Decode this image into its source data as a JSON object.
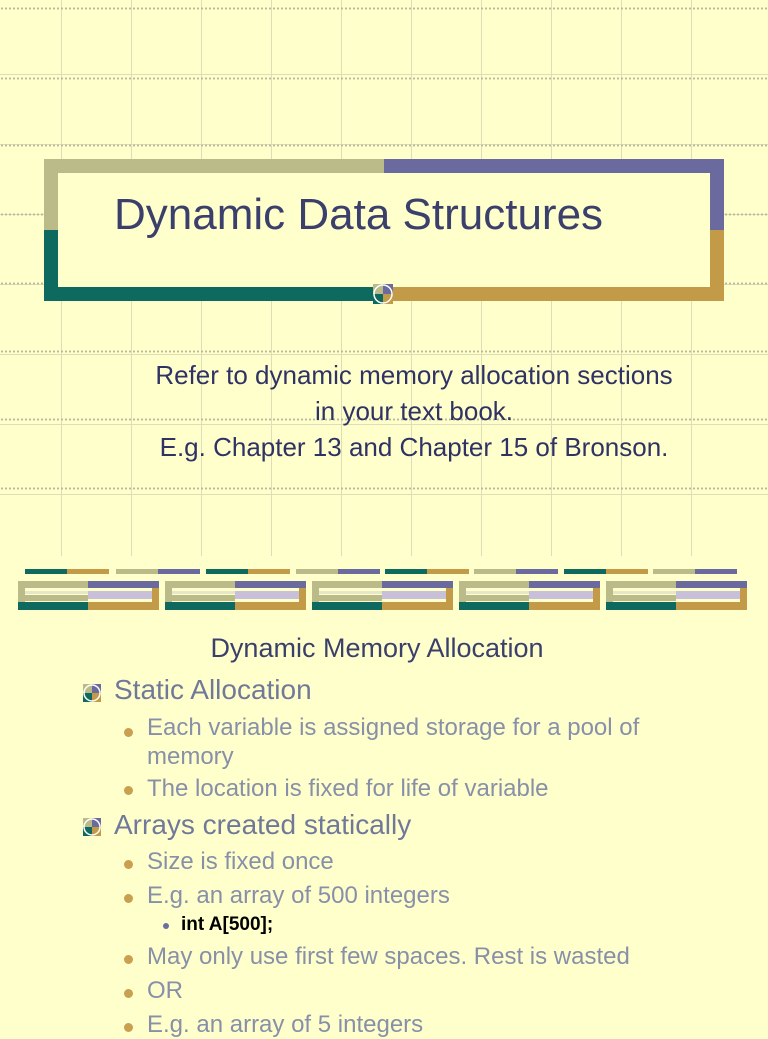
{
  "slide1": {
    "title": "Dynamic Data Structures",
    "body": [
      "Refer to dynamic memory allocation sections",
      "in your text book.",
      "E.g. Chapter 13 and Chapter 15 of Bronson."
    ]
  },
  "slide2": {
    "title": "Dynamic Memory Allocation",
    "level1": [
      "Static Allocation",
      "Arrays created statically"
    ],
    "static_sub": [
      "Each variable is assigned storage for a pool of memory",
      "The location is fixed for life of variable"
    ],
    "arrays_sub": [
      "Size is fixed once",
      "E.g. an array of 500 integers",
      "May only use first few spaces. Rest is wasted",
      "OR",
      "E.g. an array of 5 integers"
    ],
    "code": "int A[500];"
  },
  "colors": {
    "background": "#ffffcc",
    "sage": "#bbbb8a",
    "purple": "#6a6a9f",
    "teal": "#0e6a5e",
    "gold": "#c39a48",
    "title_text": "#3b3f6b"
  }
}
